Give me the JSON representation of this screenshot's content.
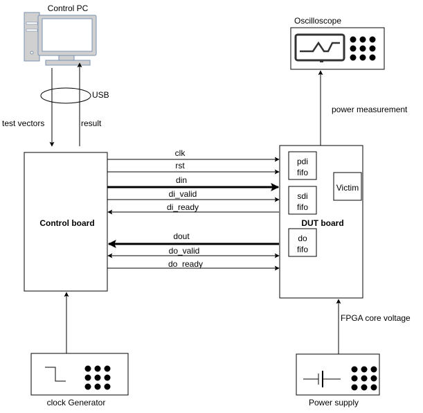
{
  "nodes": {
    "control_pc": "Control PC",
    "oscilloscope": "Oscilloscope",
    "control_board": "Control board",
    "dut_board": "DUT board",
    "pdi_fifo": [
      "pdi",
      "fifo"
    ],
    "sdi_fifo": [
      "sdi",
      "fifo"
    ],
    "do_fifo": [
      "do",
      "fifo"
    ],
    "victim": "Victim",
    "clock_generator": "clock Generator",
    "power_supply": "Power supply"
  },
  "links": {
    "usb": "USB",
    "test_vectors": "test vectors",
    "result": "result",
    "power_measurement": "power measurement",
    "fpga_core_voltage": "FPGA core voltage"
  },
  "signals": {
    "clk": "clk",
    "rst": "rst",
    "din": "din",
    "di_valid": "di_valid",
    "di_ready": "di_ready",
    "dout": "dout",
    "do_valid": "do_valid",
    "do_ready": "do_ready"
  }
}
